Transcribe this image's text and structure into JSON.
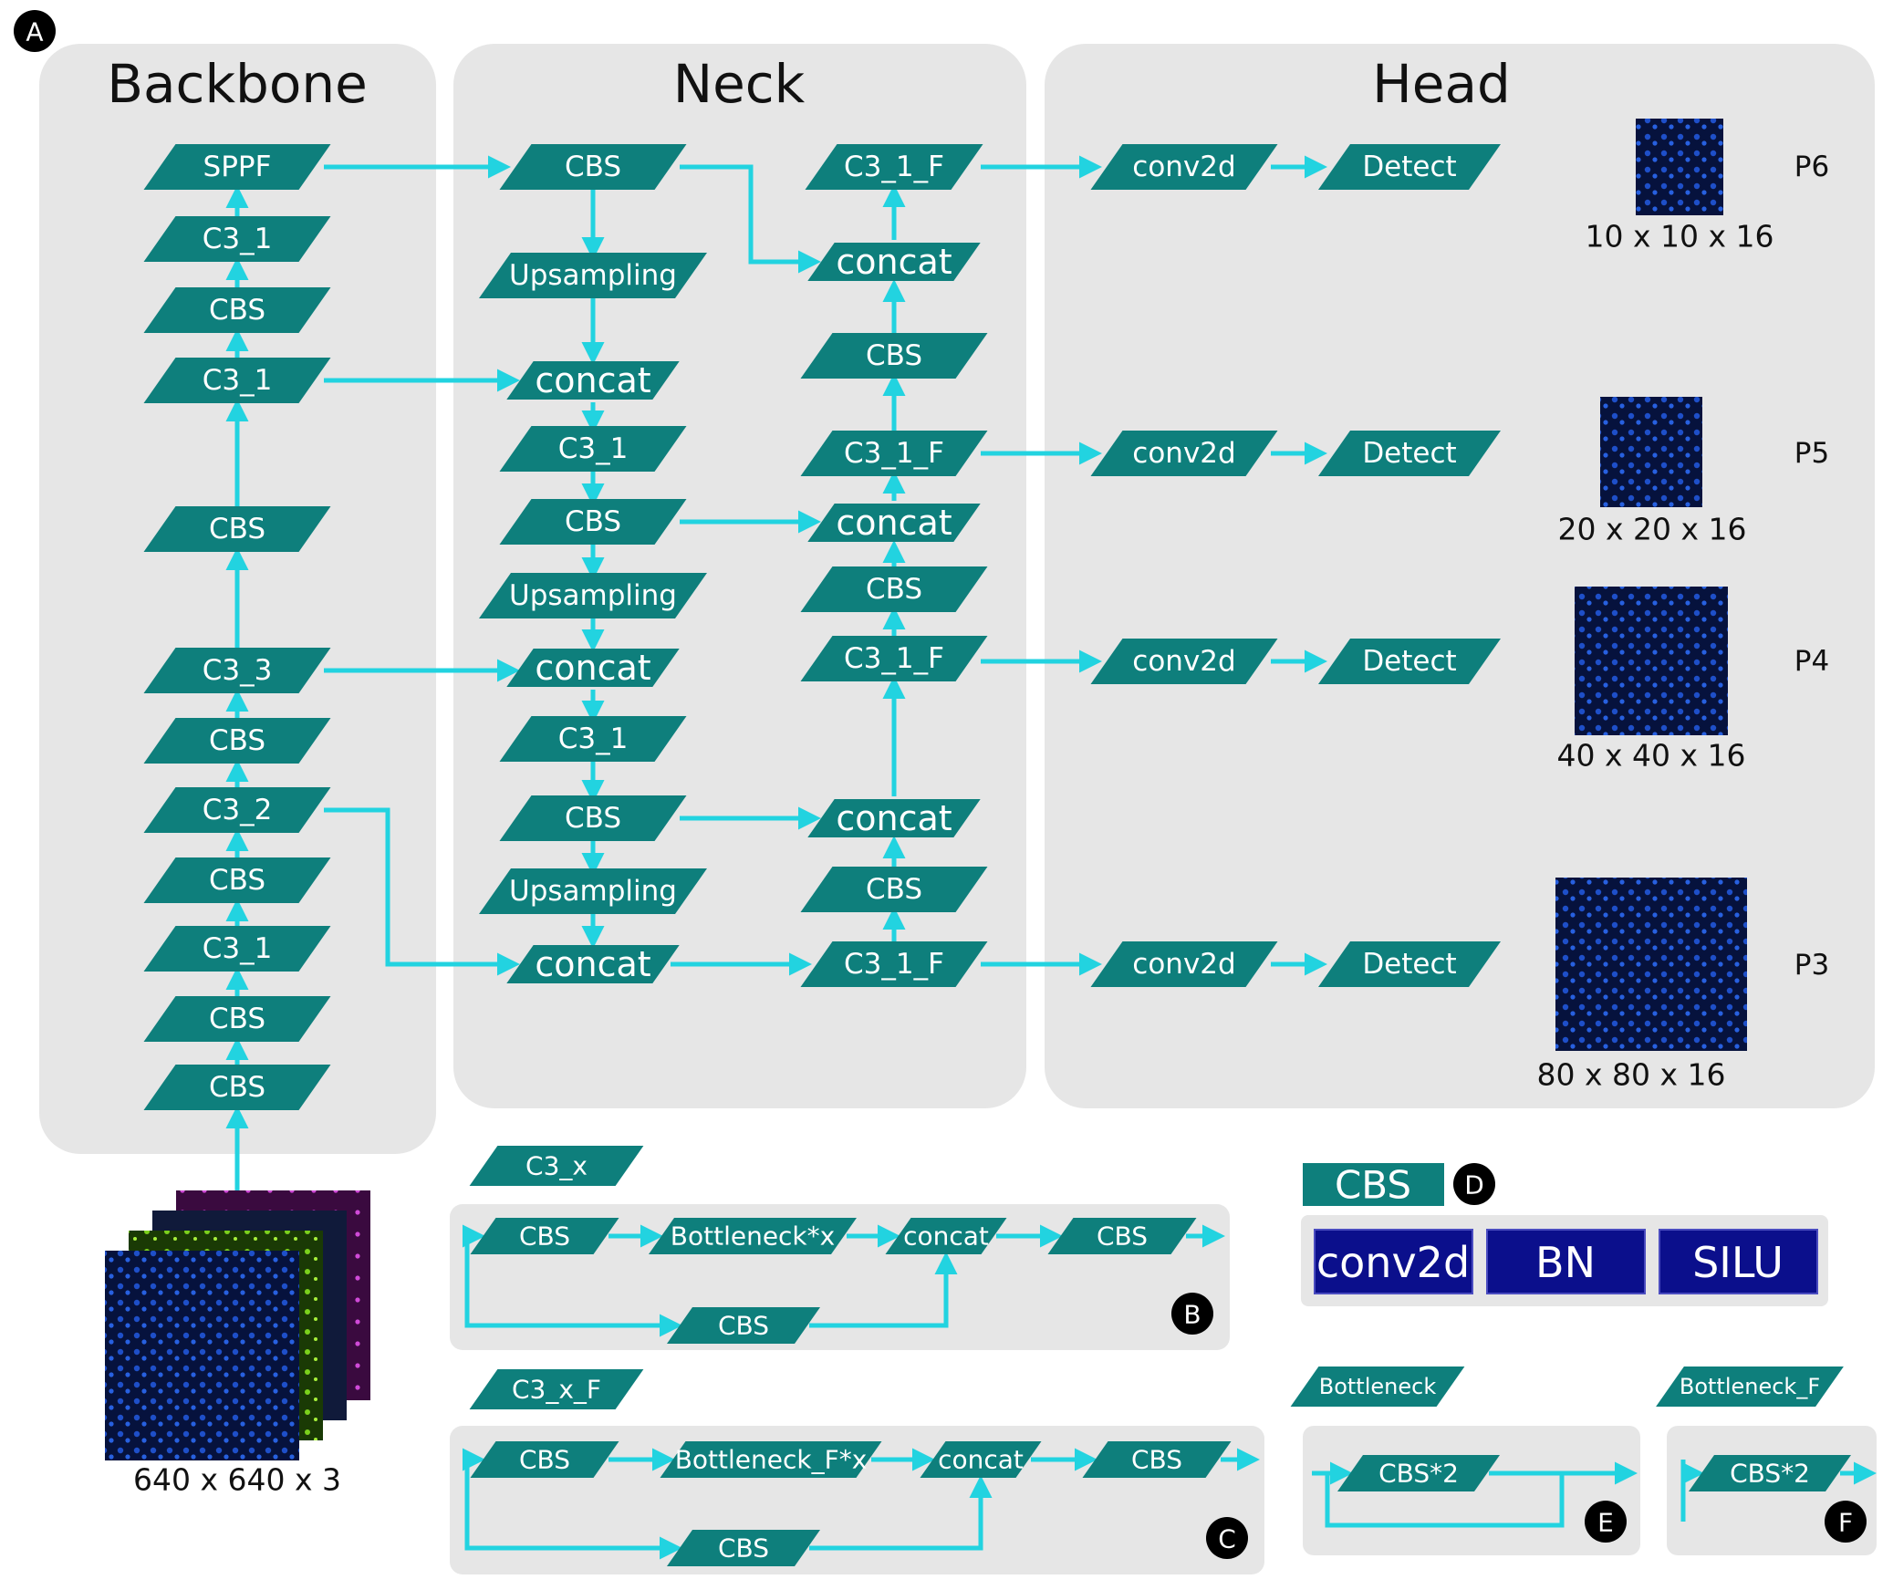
{
  "sections": {
    "backbone": "Backbone",
    "neck": "Neck",
    "head": "Head"
  },
  "badges": {
    "a": "A",
    "b": "B",
    "c": "C",
    "d": "D",
    "e": "E",
    "f": "F"
  },
  "backbone_nodes": [
    "SPPF",
    "C3_1",
    "CBS",
    "C3_1",
    "CBS",
    "C3_3",
    "CBS",
    "C3_2",
    "CBS",
    "C3_1",
    "CBS",
    "CBS"
  ],
  "neck_left_nodes": [
    "CBS",
    "Upsampling",
    "concat",
    "C3_1",
    "CBS",
    "Upsampling",
    "concat",
    "C3_1",
    "CBS",
    "Upsampling",
    "concat"
  ],
  "neck_right_nodes": [
    "C3_1_F",
    "concat",
    "CBS",
    "C3_1_F",
    "concat",
    "CBS",
    "C3_1_F",
    "concat",
    "CBS",
    "C3_1_F"
  ],
  "head_rows": [
    {
      "conv": "conv2d",
      "detect": "Detect",
      "dims": "10 x 10 x 16",
      "label": "P6"
    },
    {
      "conv": "conv2d",
      "detect": "Detect",
      "dims": "20 x 20 x 16",
      "label": "P5"
    },
    {
      "conv": "conv2d",
      "detect": "Detect",
      "dims": "40 x 40 x 16",
      "label": "P4"
    },
    {
      "conv": "conv2d",
      "detect": "Detect",
      "dims": "80 x 80 x 16",
      "label": "P3"
    }
  ],
  "input": {
    "dims": "640 x 640 x 3"
  },
  "module_b": {
    "title": "C3_x",
    "nodes": [
      "CBS",
      "Bottleneck*x",
      "concat",
      "CBS"
    ],
    "shortcut": "CBS"
  },
  "module_c": {
    "title": "C3_x_F",
    "nodes": [
      "CBS",
      "Bottleneck_F*x",
      "concat",
      "CBS"
    ],
    "shortcut": "CBS"
  },
  "module_d": {
    "title": "CBS",
    "parts": [
      "conv2d",
      "BN",
      "SILU"
    ]
  },
  "module_e": {
    "title": "Bottleneck",
    "node": "CBS*2"
  },
  "module_f": {
    "title": "Bottleneck_F",
    "node": "CBS*2"
  },
  "colors": {
    "node_fill": "#0e7f7c",
    "flow_line": "#22d3e0",
    "panel": "#e6e6e6",
    "navy_block": "#0b0f8c"
  }
}
